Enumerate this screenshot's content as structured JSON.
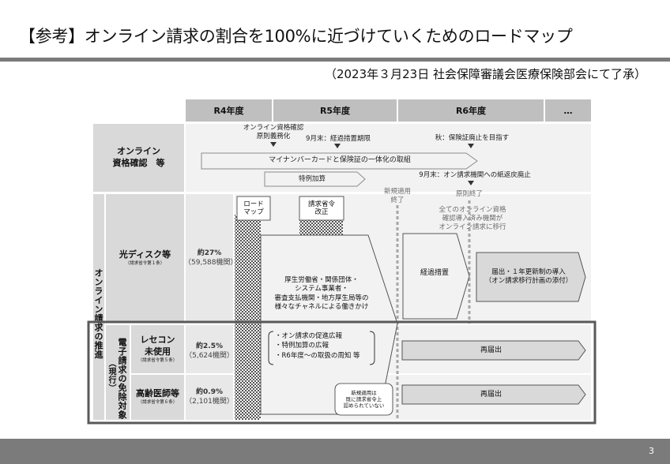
{
  "title": "【参考】オンライン請求の割合を100%に近づけていくためのロードマップ",
  "subtitle": "（2023年３月23日 社会保障審議会医療保険部会にて了承）",
  "page_number": "3",
  "columns": [
    "R4年度",
    "R5年度",
    "R6年度",
    "…"
  ],
  "rows": {
    "online_shikaku": "オンライン\n資格確認　等",
    "promotion": "オンライン請求の推進",
    "hikari": {
      "label": "光ディスク等",
      "sub": "（請求省令第１条）",
      "pct": "約27%",
      "count": "（59,588機関）"
    },
    "exempt_group": "電子請求の免除対象",
    "exempt_current": "（現行）",
    "rececon": {
      "label": "レセコン\n未使用",
      "sub": "（請求省令第５条）",
      "pct": "約2.5%",
      "count": "（5,624機関）"
    },
    "elderly": {
      "label": "高齢医師等",
      "sub": "（請求省令第６条）",
      "pct": "約0.9%",
      "count": "（2,101機関）"
    }
  },
  "annotations": {
    "gensoku": "オンライン資格確認\n原則義務化",
    "keika_kigen": "9月末：経過措置期限",
    "hokensho": "秋：保険証廃止を目指す",
    "ittaika": "マイナンバーカードと保険証の一体化の取組",
    "tokurei": "特例加算",
    "shibaitai": "9月末：オン請求機関への紙返戻廃止",
    "shinki_end": "新規適用\n終了",
    "gensoku_end": "原則終了",
    "ikou": "全てのオンライン資格\n確認導入済み機関が\nオンライン請求に移行"
  },
  "boxes": {
    "roadmap": "ロード\nマップ",
    "shorei": "請求省令\n改正",
    "hatarakikake": "厚生労働省・関係団体・\nシステム事業者・\n審査支払機関・地方厚生局等の\n様々なチャネルによる働きかけ",
    "measures": "・オン請求の促進広報\n・特例加算の広報\n・R6年度～の取扱の周知 等",
    "new_note": "新規適用は\n既に請求省令上\n認められていない",
    "keika": "経過措置",
    "todokede": "届出・１年更新制の導入\n（オン請求移行計画の添付）",
    "re1": "再届出",
    "re2": "再届出"
  },
  "colors": {
    "header": "#bfbfbf",
    "rowhdr": "#d9d9d9",
    "cell": "#f2f2f2",
    "arrow": "#d9d9d9",
    "bar": "#7b7b7b"
  }
}
